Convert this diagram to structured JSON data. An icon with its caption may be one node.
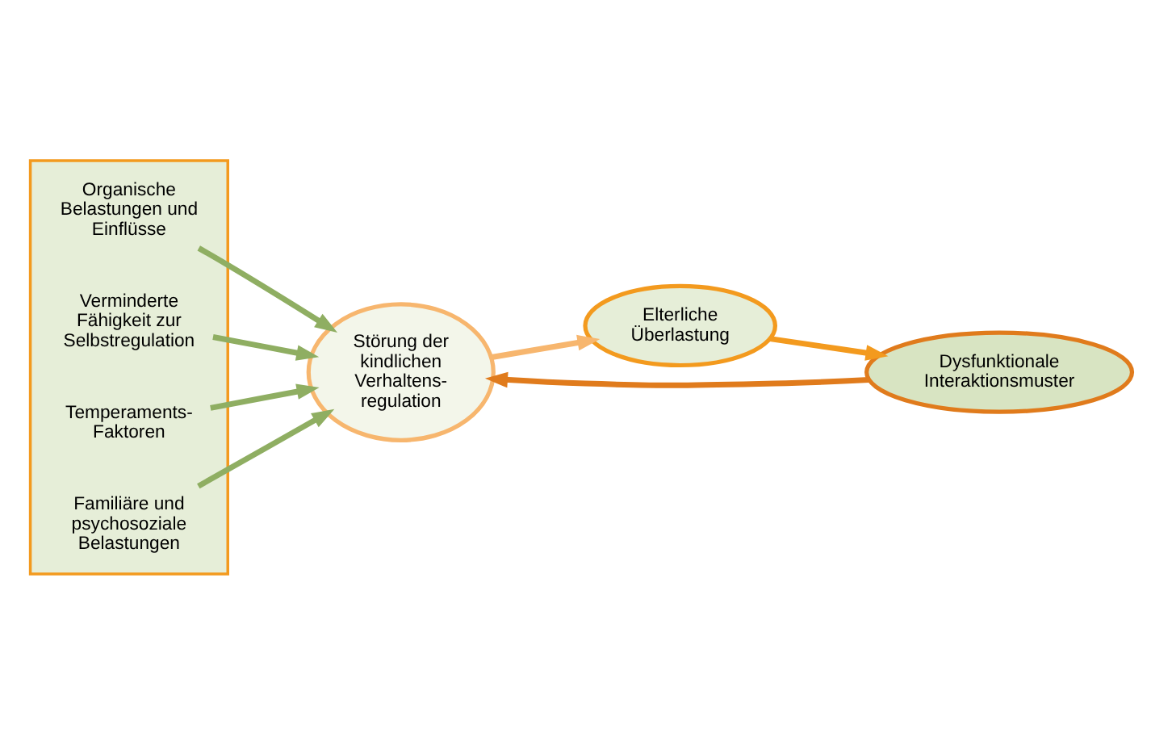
{
  "diagram": {
    "nodes": [
      {
        "text": [],
        "shape": "box"
      },
      {
        "text": [
          "Organische Belastungen und Einflüsse"
        ],
        "in": 0
      },
      {
        "text": [
          "Verminderte Fähigkeit zur Selbstregulation"
        ],
        "in": 0
      },
      {
        "text": [
          "Temperaments- Faktoren"
        ],
        "in": 0
      },
      {
        "text": [
          "Familiäre und psychosoziale Belastungen"
        ],
        "in": 0
      },
      {
        "text": [
          "Störung der kindlichen Verhaltens- regulation"
        ]
      },
      {
        "text": [
          "Elterliche Überlastung"
        ]
      },
      {
        "text": [
          "Dysfunktionale Interaktionsmuster"
        ]
      }
    ],
    "edges": [
      {
        "from": 1,
        "to": 5,
        "arrow": "to",
        "color": "#8fae62"
      },
      {
        "from": 2,
        "to": 5,
        "arrow": "to",
        "color": "#8fae62"
      },
      {
        "from": 3,
        "to": 5,
        "arrow": "to",
        "color": "#8fae62"
      },
      {
        "from": 4,
        "to": 5,
        "arrow": "to",
        "color": "#8fae62"
      },
      {
        "from": 5,
        "to": 6,
        "arrow": "to",
        "color": "#f7b66e"
      },
      {
        "from": 6,
        "to": 7,
        "arrow": "to",
        "color": "#f39a1e"
      },
      {
        "from": 7,
        "to": 5,
        "arrow": "to",
        "color": "#e07b1c"
      }
    ]
  }
}
